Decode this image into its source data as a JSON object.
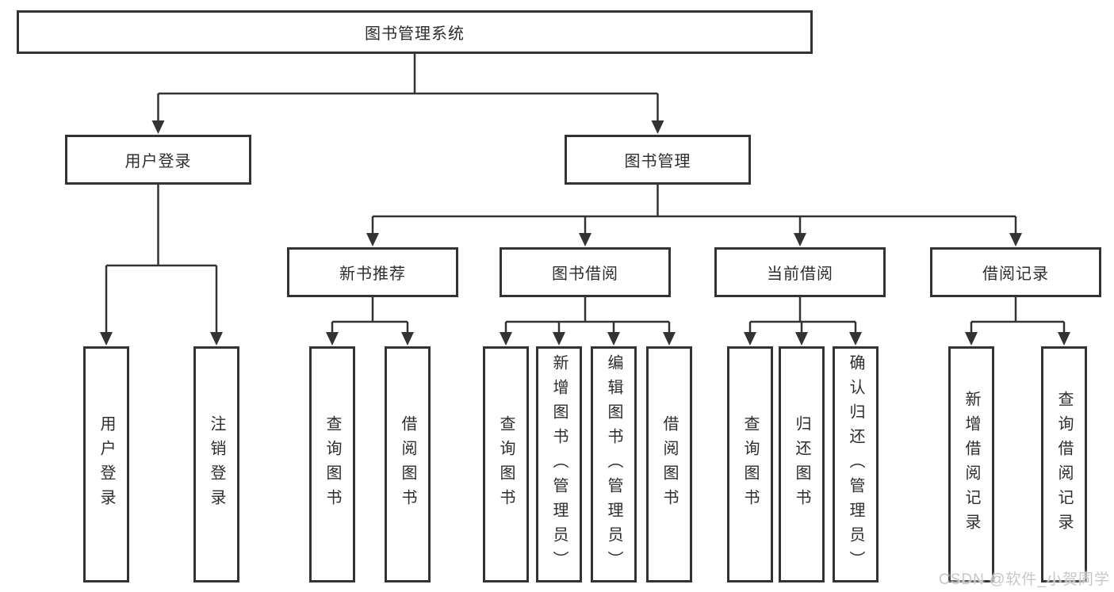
{
  "diagram": {
    "title": "图书管理系统",
    "watermark": "CSDN @软件_小贺同学",
    "user_branch": {
      "label": "用户登录",
      "leaves": [
        "用户登录",
        "注销登录"
      ]
    },
    "book_branch": {
      "label": "图书管理",
      "sections": [
        {
          "label": "新书推荐",
          "leaves": [
            "查询图书",
            "借阅图书"
          ]
        },
        {
          "label": "图书借阅",
          "leaves": [
            "查询图书",
            "新增图书（管理员）",
            "编辑图书（管理员）",
            "借阅图书"
          ]
        },
        {
          "label": "当前借阅",
          "leaves": [
            "查询图书",
            "归还图书",
            "确认归还（管理员）"
          ]
        },
        {
          "label": "借阅记录",
          "leaves": [
            "新增借阅记录",
            "查询借阅记录"
          ]
        }
      ]
    }
  }
}
